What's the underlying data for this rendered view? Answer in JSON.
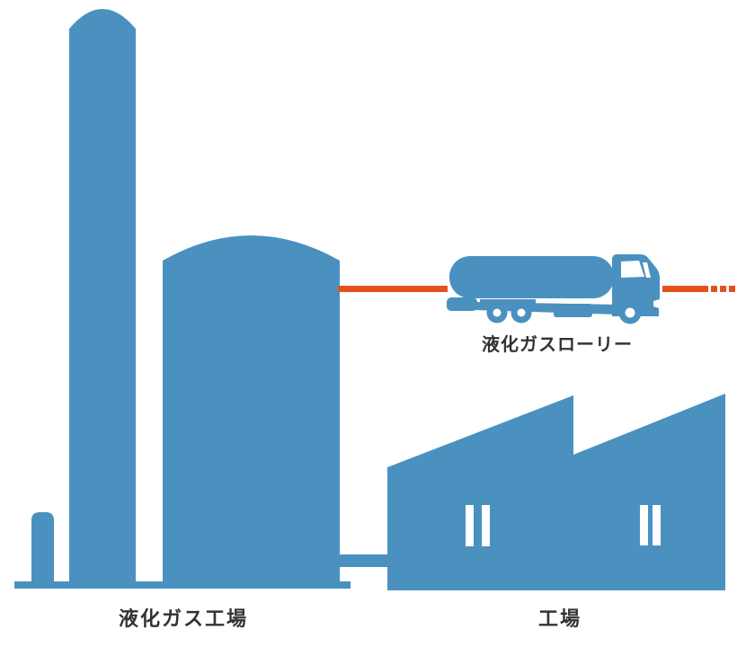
{
  "colors": {
    "illustration_blue": "#4A91C0",
    "flow_line_orange": "#E4511F",
    "label_text": "#333333",
    "background": "#FFFFFF"
  },
  "diagram": {
    "plant": {
      "label": "液化ガス工場",
      "icon": "gas-plant-chimney-and-storage-tank"
    },
    "tanker_truck": {
      "label": "液化ガスローリー",
      "icon": "tanker-truck-silhouette"
    },
    "factory": {
      "label": "工場",
      "icon": "sawtooth-roof-factory"
    },
    "flow_line": {
      "icon": "orange-dashed-transport-line"
    }
  }
}
